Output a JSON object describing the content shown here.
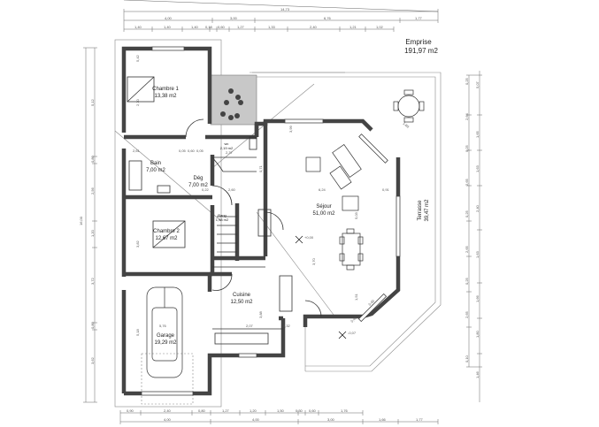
{
  "plan": {
    "emprise_label": "Emprise",
    "emprise_value": "191,97 m2"
  },
  "rooms": {
    "chambre1": {
      "name": "Chambre 1",
      "area": "13,38 m2"
    },
    "bain": {
      "name": "Bain",
      "area": "7,00 m2"
    },
    "wc": {
      "name": "wc",
      "area": "2,19 m2"
    },
    "deg": {
      "name": "Dég",
      "area": "7,00 m2"
    },
    "chambre2": {
      "name": "Chambre 2",
      "area": "12,67 m2"
    },
    "rang": {
      "name": "Rang",
      "area": "1,98 m2"
    },
    "cuisine": {
      "name": "Cuisine",
      "area": "12,50 m2"
    },
    "garage": {
      "name": "Garage",
      "area": "19,29 m2"
    },
    "sejour": {
      "name": "Séjour",
      "area": "51,00 m2"
    },
    "terrasse": {
      "name": "Terrasse",
      "area": "39,47 m2"
    }
  },
  "levels": {
    "interior": "+0,00",
    "exterior": "-0,07"
  },
  "dimensions": {
    "top_total": "14,73",
    "top_row2": [
      "4,00",
      "3,00",
      "6,76",
      "1,77"
    ],
    "top_row3": [
      "1,40",
      "1,40",
      "1,40",
      "0,18",
      "0,60",
      "1,27",
      "1,33",
      "2,40",
      "1,21",
      "1,02"
    ],
    "bottom_row1": [
      "0,90",
      "2,40",
      "0,80",
      "1,27",
      "1,20",
      "1,50",
      "0,30",
      "0,60",
      "1,76"
    ],
    "bottom_row2": [
      "4,00",
      "4,00",
      "3,00",
      "1,66",
      "1,77"
    ],
    "left_total": "16,00",
    "left_row": [
      "5,12",
      "0,80",
      "2,56",
      "1,20",
      "3,72",
      "0,80",
      "3,62"
    ],
    "right_row1": [
      "0,25",
      "2,64",
      "0,25",
      "2,65",
      "0,25",
      "2,65",
      "0,25",
      "2,65",
      "0,10"
    ],
    "right_row2": [
      "5,07",
      "1,65",
      "1,63",
      "2,40",
      "1,63",
      "1,66",
      "1,80",
      "1,46"
    ],
    "interior": {
      "bain_width": "2,61",
      "deg_small": [
        "0,05",
        "0,60",
        "0,05"
      ],
      "wc_dim": "2,37",
      "deg_side": "0,71",
      "sejour_h": "6,24",
      "sejour_w": "5,03",
      "sejour_v1": "3,70",
      "sejour_v2": "1,51",
      "sejour_door": "0,91",
      "cuisine_v": "3,88",
      "cuisine_h": "2,07",
      "garage_w": "5,76",
      "garage_h": "5,18",
      "diag_window": "1,60",
      "diag_sub": [
        "0,40",
        "0,40"
      ],
      "sejour_top": "3,99",
      "chambre1_h": "5,42",
      "chambre1_bed": "2,70",
      "bath_tub": "2,60",
      "chambre2_h": "3,82",
      "wall_thk": "0,22",
      "garage_small": "0,32"
    }
  }
}
